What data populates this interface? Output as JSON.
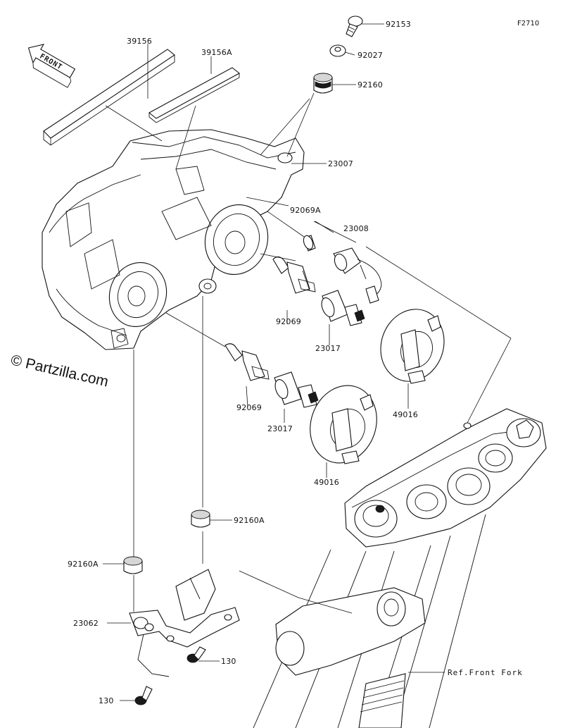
{
  "figure_code": "F2710",
  "watermark": "© Partzilla.com",
  "front_indicator": "FRONT",
  "reference_label": "Ref.Front Fork",
  "part_labels": {
    "p92153": "92153",
    "p92027": "92027",
    "p92160": "92160",
    "p23007": "23007",
    "p39156": "39156",
    "p39156A": "39156A",
    "p92069A": "92069A",
    "p23008": "23008",
    "p92069_upper": "92069",
    "p23017_upper": "23017",
    "p49016_upper": "49016",
    "p92069_lower": "92069",
    "p23017_lower": "23017",
    "p49016_lower": "49016",
    "p92160A_right": "92160A",
    "p92160A_left": "92160A",
    "p23062": "23062",
    "p130_right": "130",
    "p130_left": "130"
  }
}
